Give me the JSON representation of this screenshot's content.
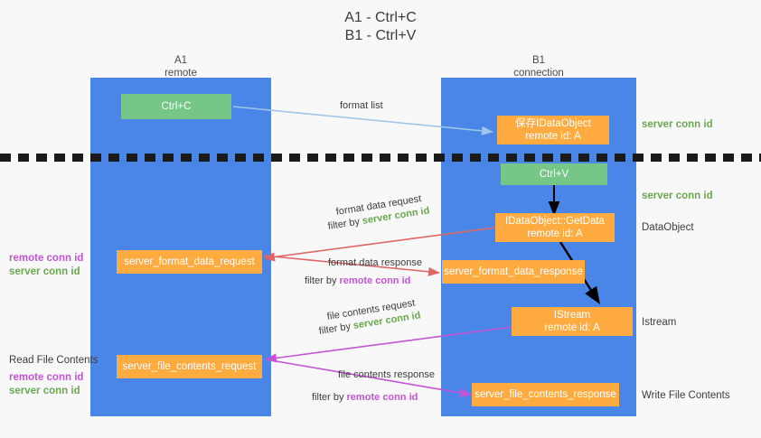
{
  "title": {
    "line1": "A1 - Ctrl+C",
    "line2": "B1 - Ctrl+V"
  },
  "columns": [
    {
      "name": "A1",
      "role": "remote"
    },
    {
      "name": "B1",
      "role": "connection"
    }
  ],
  "colors": {
    "lane": "#4a86e8",
    "green_box": "#76c787",
    "orange_box": "#ffab40",
    "server_conn_id": "#6aa84f",
    "remote_conn_id": "#c355d4",
    "format_list_arrow": "#9fc5e8",
    "format_data_arrow": "#e06666",
    "file_contents_arrow": "#c355d4",
    "black_arrow": "#000000",
    "background": "#f8f8f8"
  },
  "boxes": {
    "ctrl_c": {
      "label": "Ctrl+C",
      "kind": "green"
    },
    "ctrl_v": {
      "label": "Ctrl+V",
      "kind": "green"
    },
    "save_idataobject": {
      "label": "保存IDataObject",
      "sub": "remote id: A",
      "kind": "orange"
    },
    "getdata": {
      "label": "IDataObject::GetData",
      "sub": "remote id: A",
      "kind": "orange"
    },
    "istream": {
      "label": "IStream",
      "sub": "remote id: A",
      "kind": "orange"
    },
    "server_format_data_request": {
      "label": "server_format_data_request",
      "kind": "orange"
    },
    "server_format_data_response": {
      "label": "server_format_data_response",
      "kind": "orange"
    },
    "server_file_contents_request": {
      "label": "server_file_contents_request",
      "kind": "orange"
    },
    "server_file_contents_response": {
      "label": "server_file_contents_response",
      "kind": "orange"
    }
  },
  "arrow_labels": {
    "format_list": "format list",
    "format_data_request": "format data request",
    "format_data_request_filter_prefix": "filter by ",
    "format_data_request_filter_value": "server conn id",
    "format_data_response": "format data response",
    "format_data_response_filter_prefix": "filter by ",
    "format_data_response_filter_value": "remote conn id",
    "file_contents_request": "file contents request",
    "file_contents_request_filter_prefix": "filter by ",
    "file_contents_request_filter_value": "server conn id",
    "file_contents_response": "file contents response",
    "file_contents_response_filter_prefix": "filter by ",
    "file_contents_response_filter_value": "remote conn id"
  },
  "right_notes": {
    "server_conn_id_top": "server conn id",
    "server_conn_id_second": "server conn id",
    "dataobject": "DataObject",
    "istream": "Istream",
    "write_file_contents": "Write File Contents"
  },
  "left_notes": {
    "remote_conn_id_upper": "remote conn id",
    "server_conn_id_upper": "server conn id",
    "read_file_contents": "Read File Contents",
    "remote_conn_id_lower": "remote conn id",
    "server_conn_id_lower": "server conn id"
  }
}
